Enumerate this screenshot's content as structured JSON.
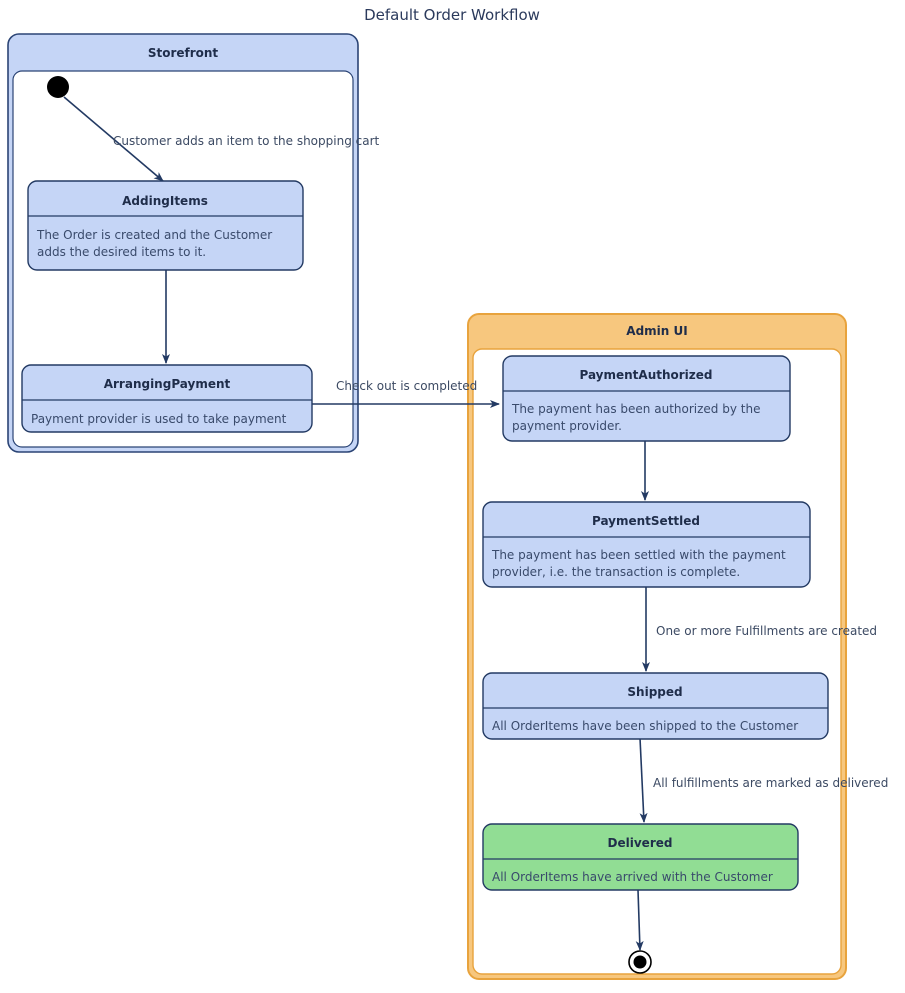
{
  "title": "Default Order Workflow",
  "colors": {
    "state_fill_blue": "#c5d5f6",
    "state_fill_green": "#91dd94",
    "state_stroke": "#233a63",
    "composite_blue_header": "#c5d5f6",
    "composite_blue_border": "#2b4475",
    "composite_orange_header": "#f7c77e",
    "composite_orange_border": "#e8a33d",
    "edge_stroke": "#233a63",
    "text_dark": "#1f2d4a",
    "text_body": "#394a6b",
    "title_color": "#2b3a5c",
    "background": "#ffffff"
  },
  "composites": [
    {
      "id": "storefront",
      "label": "Storefront"
    },
    {
      "id": "admin-ui",
      "label": "Admin UI"
    }
  ],
  "nodes": [
    {
      "id": "start",
      "type": "initial",
      "label": ""
    },
    {
      "id": "adding-items",
      "type": "state",
      "label": "AddingItems",
      "description": "The Order is created and the Customer adds the desired items to it.",
      "description_lines": [
        "The Order is created and the Customer",
        "adds the desired items to it."
      ],
      "color": "blue"
    },
    {
      "id": "arranging-payment",
      "type": "state",
      "label": "ArrangingPayment",
      "description": "Payment provider is used to take payment",
      "description_lines": [
        "Payment provider is used to take payment"
      ],
      "color": "blue"
    },
    {
      "id": "payment-authorized",
      "type": "state",
      "label": "PaymentAuthorized",
      "description": "The payment has been authorized by the payment provider.",
      "description_lines": [
        "The payment has been authorized by the",
        "payment provider."
      ],
      "color": "blue"
    },
    {
      "id": "payment-settled",
      "type": "state",
      "label": "PaymentSettled",
      "description": "The payment has been settled with the payment provider, i.e. the transaction is complete.",
      "description_lines": [
        "The payment has been settled with the payment",
        "provider, i.e. the transaction is complete."
      ],
      "color": "blue"
    },
    {
      "id": "shipped",
      "type": "state",
      "label": "Shipped",
      "description": "All OrderItems have been shipped to the Customer",
      "description_lines": [
        "All OrderItems have been shipped to the Customer"
      ],
      "color": "blue"
    },
    {
      "id": "delivered",
      "type": "state",
      "label": "Delivered",
      "description": "All OrderItems have arrived with the Customer",
      "description_lines": [
        "All OrderItems have arrived with the Customer"
      ],
      "color": "green"
    },
    {
      "id": "end",
      "type": "final",
      "label": ""
    }
  ],
  "transitions": [
    {
      "id": "t1",
      "from": "start",
      "to": "adding-items",
      "label": "Customer adds an item to the shopping cart"
    },
    {
      "id": "t2",
      "from": "adding-items",
      "to": "arranging-payment",
      "label": ""
    },
    {
      "id": "t3",
      "from": "arranging-payment",
      "to": "payment-authorized",
      "label": "Check out is completed"
    },
    {
      "id": "t4",
      "from": "payment-authorized",
      "to": "payment-settled",
      "label": ""
    },
    {
      "id": "t5",
      "from": "payment-settled",
      "to": "shipped",
      "label": "One or more Fulfillments are created"
    },
    {
      "id": "t6",
      "from": "shipped",
      "to": "delivered",
      "label": "All fulfillments are marked as delivered"
    },
    {
      "id": "t7",
      "from": "delivered",
      "to": "end",
      "label": ""
    }
  ]
}
